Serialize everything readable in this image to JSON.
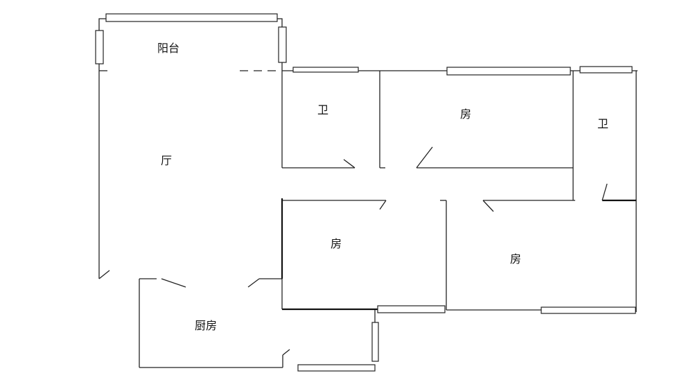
{
  "floor_plan": {
    "rooms": [
      {
        "id": "balcony",
        "label": "阳台"
      },
      {
        "id": "living-room",
        "label": "厅"
      },
      {
        "id": "bathroom-1",
        "label": "卫"
      },
      {
        "id": "bedroom-1",
        "label": "房"
      },
      {
        "id": "bathroom-2",
        "label": "卫"
      },
      {
        "id": "bedroom-2",
        "label": "房"
      },
      {
        "id": "bedroom-3",
        "label": "房"
      },
      {
        "id": "kitchen",
        "label": "厨房"
      }
    ]
  }
}
